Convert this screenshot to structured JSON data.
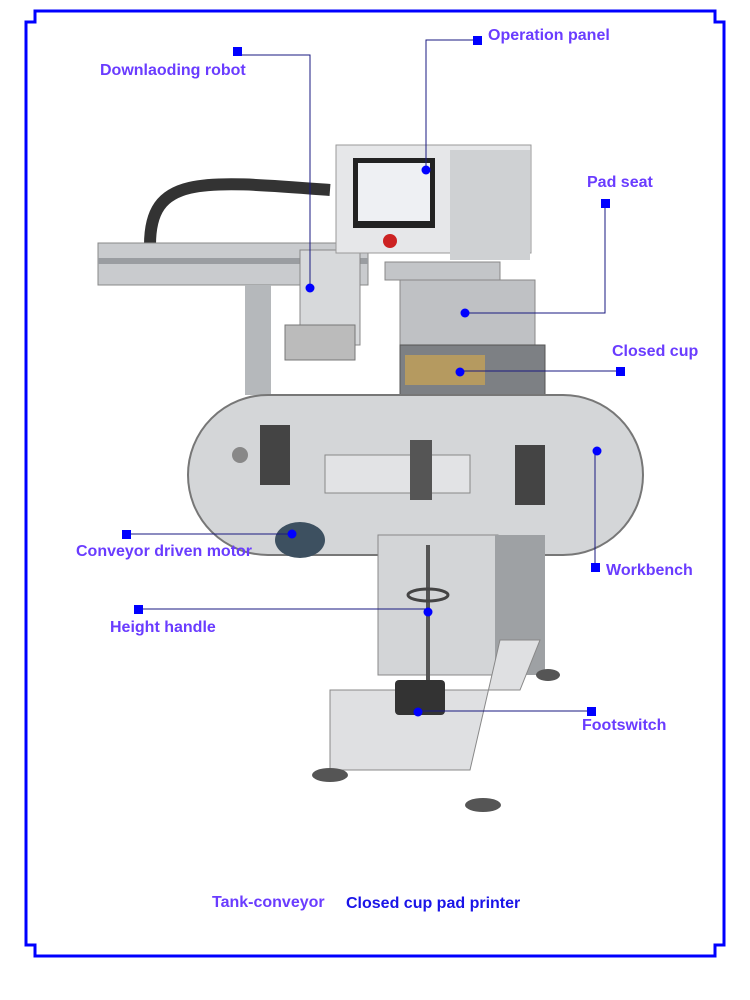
{
  "labels": {
    "downloading_robot": "Downlaoding robot",
    "operation_panel": "Operation panel",
    "pad_seat": "Pad seat",
    "closed_cup": "Closed cup",
    "conveyor_motor": "Conveyor driven motor",
    "workbench": "Workbench",
    "height_handle": "Height handle",
    "footswitch": "Footswitch"
  },
  "caption": {
    "prefix": "Tank-conveyor",
    "title": "Closed cup pad printer"
  },
  "colors": {
    "label": "#6a3cff",
    "frame": "#0000ff",
    "leader": "#1a1a80"
  }
}
